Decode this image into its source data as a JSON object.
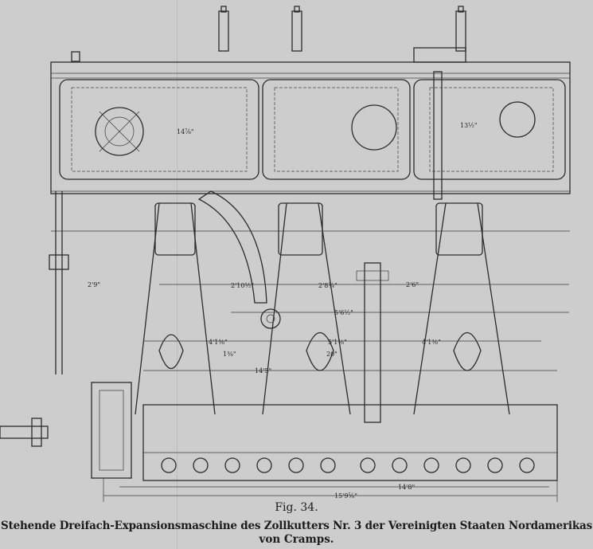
{
  "figure": {
    "number_label": "Fig. 34.",
    "caption_line1": "Stehende Dreifach-Expansionsmaschine des Zollkutters Nr. 3 der Vereinigten Staaten Nordamerikas",
    "caption_line2": "von Cramps."
  },
  "dimensions": {
    "col_spacing_1": "2'9\"",
    "col_spacing_2": "2'10½\"",
    "col_spacing_3": "2'8¾\"",
    "col_spacing_4": "2'6\"",
    "center_span": "5'6½\"",
    "crank_1": "4'1⅜\"",
    "crank_2": "5'1⅜\"",
    "crank_3": "4'1⅜\"",
    "small_1": "1⅜\"",
    "rod_20": "20\"",
    "bed_inner": "14'5\"",
    "bed_length": "14'8\"",
    "overall_length": "15'9⅝\"",
    "cyl_height": "14⅞\"",
    "bearing": "13½\""
  }
}
